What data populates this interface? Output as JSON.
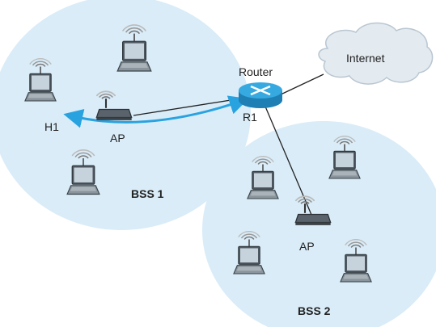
{
  "labels": {
    "internet": "Internet",
    "router": "Router",
    "r1": "R1",
    "h1": "H1",
    "ap1": "AP",
    "ap2": "AP",
    "bss1": "BSS 1",
    "bss2": "BSS 2"
  },
  "colors": {
    "bss_fill": "#d9ecf8",
    "cloud_fill": "#e3eaf0",
    "cloud_stroke": "#b9c6d1",
    "router_body": "#36a9e0",
    "arrow": "#29a3e0",
    "link": "#222222"
  },
  "icons": {
    "router": "router-icon",
    "access_point": "wireless-access-point-icon",
    "laptop": "wireless-laptop-icon",
    "cloud": "internet-cloud-icon"
  },
  "nodes": {
    "bss1_hosts": [
      "laptop",
      "laptop",
      "laptop"
    ],
    "bss2_hosts": [
      "laptop",
      "laptop",
      "laptop",
      "laptop"
    ]
  }
}
